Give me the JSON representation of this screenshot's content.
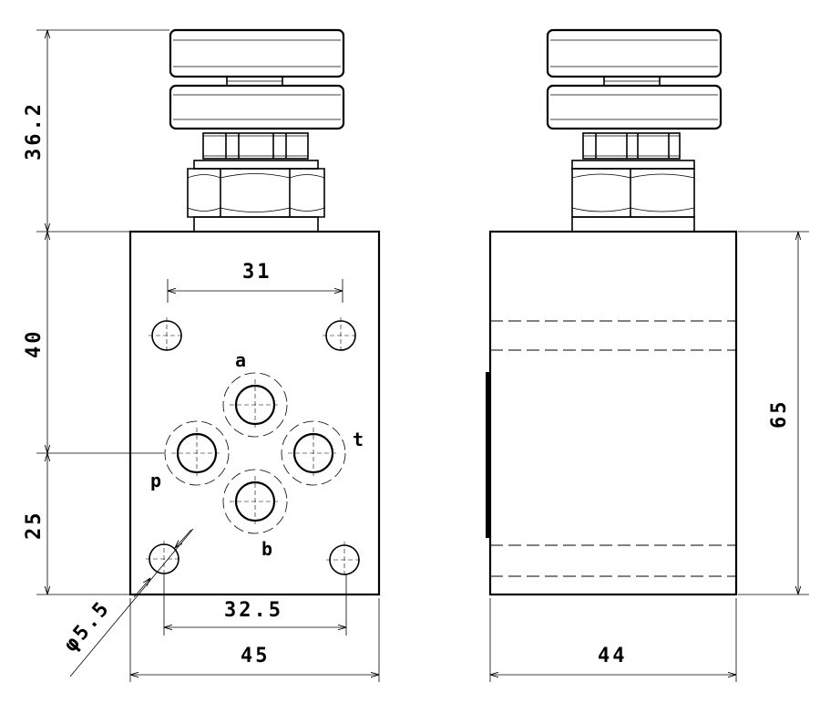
{
  "dimensions": {
    "height_knob": "36.2",
    "height_upper": "40",
    "height_lower": "25",
    "port_spacing": "31",
    "bolt_spacing": "32.5",
    "body_width": "45",
    "side_width": "44",
    "side_height": "65",
    "bolt_hole_dia": "φ5.5"
  },
  "ports": {
    "a": "a",
    "b": "b",
    "p": "p",
    "t": "t"
  }
}
